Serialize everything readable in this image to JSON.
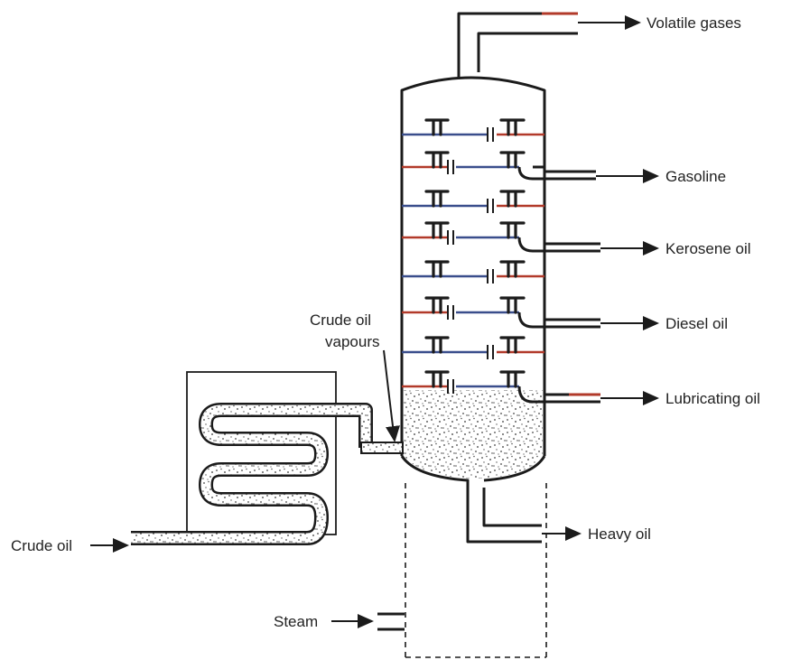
{
  "labels": {
    "volatile_gases": "Volatile gases",
    "gasoline": "Gasoline",
    "kerosene": "Kerosene oil",
    "diesel": "Diesel oil",
    "lubricating": "Lubricating oil",
    "heavy_oil": "Heavy oil",
    "vapours_line1": "Crude oil",
    "vapours_line2": "vapours",
    "crude_oil": "Crude oil",
    "steam": "Steam"
  },
  "colors": {
    "line": "#1b1b1b",
    "tray_blue": "#3a4e8c",
    "tray_red": "#b23a2a",
    "speckle": "#4a4a4a"
  }
}
